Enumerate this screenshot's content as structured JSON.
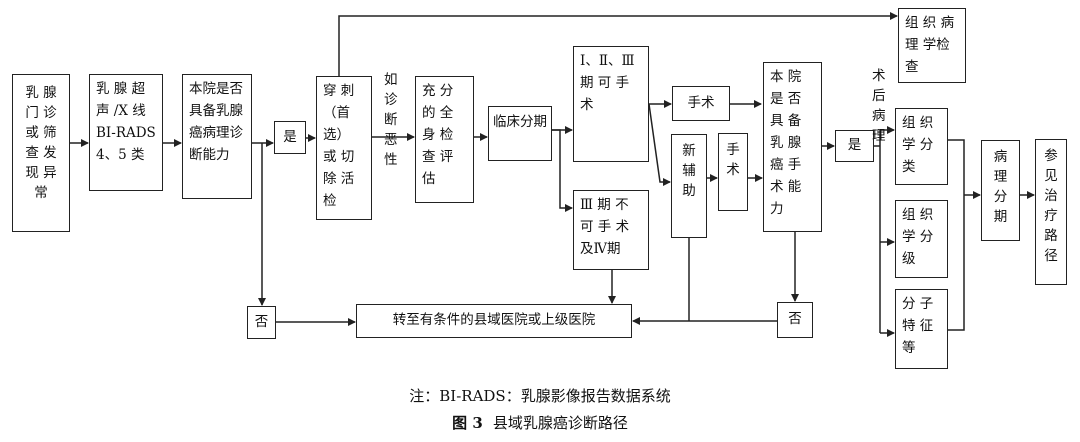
{
  "boxes": {
    "b1": "乳 腺 门 诊 或 筛 查 发 现 异 常",
    "b2": "乳 腺 超 声 /X 线 BI-RADS 4、5 类",
    "b3": "本院是否具备乳腺癌病理诊断能力",
    "yes1": "是",
    "b4": "穿 刺 （首 选） 或 切 除 活 检",
    "b5": "充 分 的 全 身 检 查 评 估",
    "b6": "临床分期",
    "b7": "Ⅰ、Ⅱ、Ⅲ 期 可 手术",
    "b8": "Ⅲ 期 不 可 手 术 及Ⅳ期",
    "surgery1": "手术",
    "neoadj": "新 辅 助",
    "surgery2": "手 术",
    "b9": "本 院 是 否 具 备 乳 腺 癌 手 术 能 力",
    "yes2": "是",
    "path1": "组 织 病 理 学检 查",
    "t1": "组 织 学 分 类",
    "t2": "组 织 学 分 级",
    "t3": "分 子 特 征 等",
    "staging": "病 理 分 期",
    "ref": "参 见 治 疗 路 径",
    "no1": "否",
    "no2": "否",
    "transfer": "转至有条件的县域医院或上级医院"
  },
  "labels": {
    "malignant": "如 诊 断 恶 性",
    "postop": "术 后 病 理"
  },
  "caption": {
    "note": "注：BI-RADS：乳腺影像报告数据系统",
    "fig_no": "图 3",
    "fig_title": "县域乳腺癌诊断路径"
  }
}
